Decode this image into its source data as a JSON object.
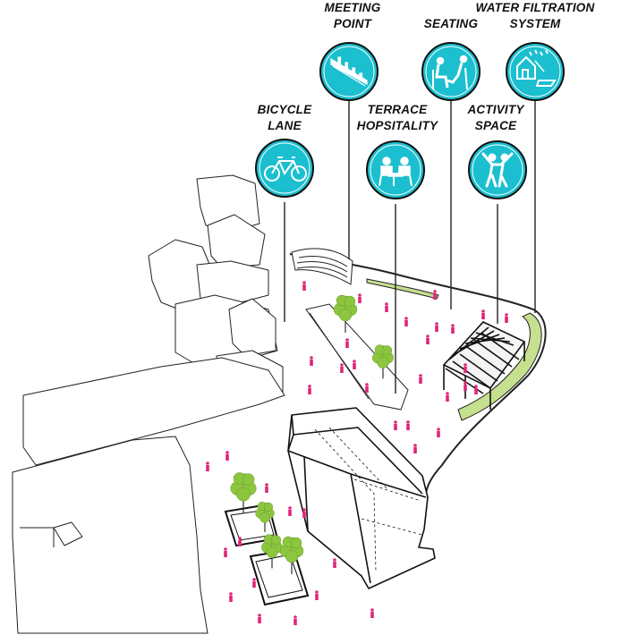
{
  "labels": {
    "meeting_point": [
      "MEETING",
      "POINT"
    ],
    "seating": [
      "SEATING"
    ],
    "water_filtration": [
      "WATER FILTRATION",
      "SYSTEM"
    ],
    "bicycle_lane": [
      "BICYCLE",
      "LANE"
    ],
    "terrace": [
      "TERRACE",
      "HOPSITALITY"
    ],
    "activity": [
      "ACTIVITY",
      "SPACE"
    ]
  },
  "colors": {
    "icon_fill": "#1bbfcf",
    "icon_ring": "#111111",
    "people": "#e0267a",
    "trees": "#8cc63f",
    "green_strip": "#c5e08e",
    "lines": "#222222"
  }
}
